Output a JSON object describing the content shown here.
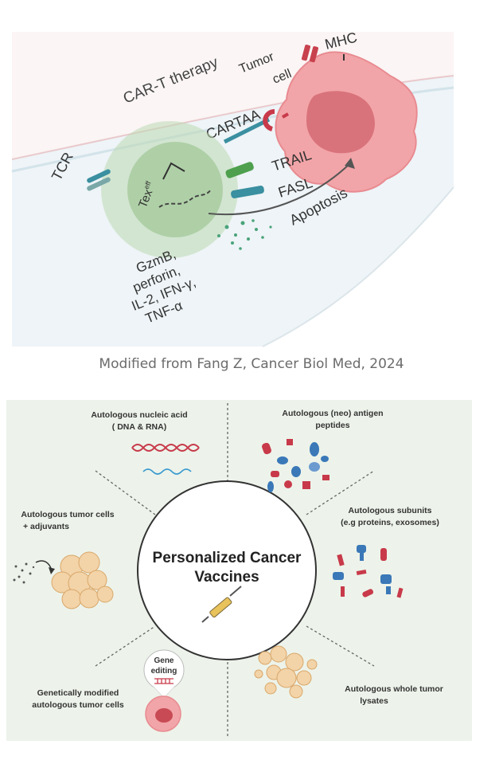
{
  "top": {
    "labels": {
      "car_t_therapy": "CAR-T therapy",
      "tumor": "Tumor",
      "cell": "cell",
      "mhc": "MHC",
      "cartaa": "CARTAA",
      "tcr": "TCR",
      "trail": "TRAIL",
      "fasl": "FASL",
      "apoptosis": "Apoptosis",
      "tex": "Tex",
      "tex_sup": "eff",
      "cytokines": [
        "GzmB,",
        "perforin,",
        "IL-2, IFN-γ,",
        "TNF-α"
      ]
    },
    "caption": "Modified from Fang Z, Cancer Biol Med, 2024"
  },
  "bottom": {
    "center_title_line1": "Personalized Cancer",
    "center_title_line2": "Vaccines",
    "nucleic_acid": [
      "Autologous nucleic acid",
      "( DNA & RNA)"
    ],
    "antigen_peptides": [
      "Autologous (neo) antigen",
      "peptides"
    ],
    "tumor_cells_adjuvants": [
      "Autologous tumor cells",
      "+ adjuvants"
    ],
    "subunits": [
      "Autologous subunits",
      "(e.g proteins, exosomes)"
    ],
    "gene_editing": [
      "Gene",
      "editing"
    ],
    "genetically_modified": [
      "Genetically modified",
      "autologous tumor cells"
    ],
    "whole_tumor_lysates": [
      "Autologous whole tumor",
      "lysates"
    ]
  },
  "colors": {
    "tumor_pink": "#f2a5a8",
    "tumor_nucleus": "#d9737b",
    "tcell_green": "#bcd9b2",
    "receptor_teal": "#3a8fa0",
    "panel_bg": "#edf3ea",
    "vaccine_red": "#c83a4a",
    "vaccine_blue": "#3a78b8"
  }
}
